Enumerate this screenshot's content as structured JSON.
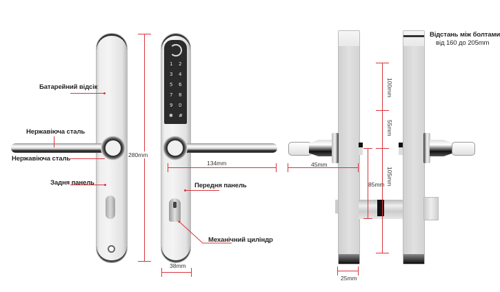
{
  "labels": {
    "battery": "Батарейний відсік",
    "steel_top": "Нержавіюча сталь",
    "steel_bottom": "Нержавіюча сталь",
    "back_panel": "Задня панель",
    "front_panel": "Передня панель",
    "cylinder": "Механічний циліндр",
    "bolt_distance_line1": "Відстань між болтами",
    "bolt_distance_line2": "від 160 до 205mm"
  },
  "dimensions": {
    "height": "280mm",
    "handle_length": "134mm",
    "width": "38mm",
    "side_handle": "45mm",
    "top": "100mm",
    "middle": "55mm",
    "bottom": "105mm",
    "backset": "85mm",
    "thickness": "25mm"
  },
  "keypad": {
    "keys": [
      "1",
      "2",
      "3",
      "4",
      "5",
      "6",
      "7",
      "8",
      "9",
      "0",
      "✱",
      "#"
    ]
  },
  "colors": {
    "dimension_line": "#d9323a",
    "keypad": "#2b2b2b",
    "plate": "#eeeeee"
  }
}
